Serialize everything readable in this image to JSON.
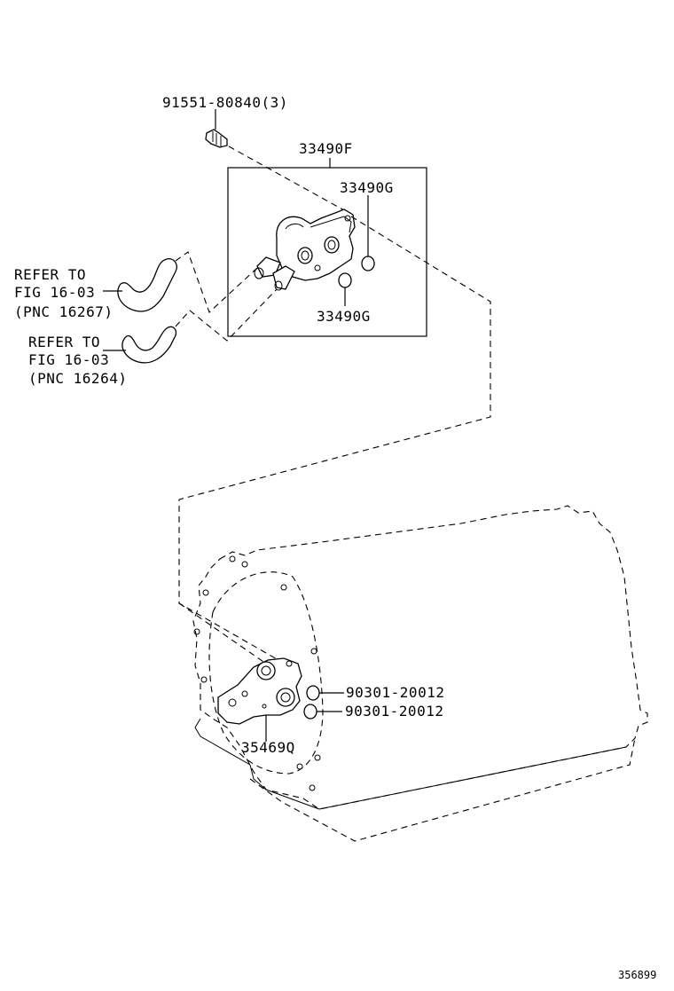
{
  "labels": {
    "bolt": "91551-80840(3)",
    "cooler_assy": "33490F",
    "oring_upper": "33490G",
    "oring_lower": "33490G",
    "hose1_line1": "REFER TO",
    "hose1_line2": "FIG 16-03",
    "hose1_line3": "(PNC 16267)",
    "hose2_line1": "REFER TO",
    "hose2_line2": "FIG 16-03",
    "hose2_line3": "(PNC 16264)",
    "oring_trans_1": "90301-20012",
    "oring_trans_2": "90301-20012",
    "adapter": "35469Q",
    "figure_id": "356899"
  }
}
